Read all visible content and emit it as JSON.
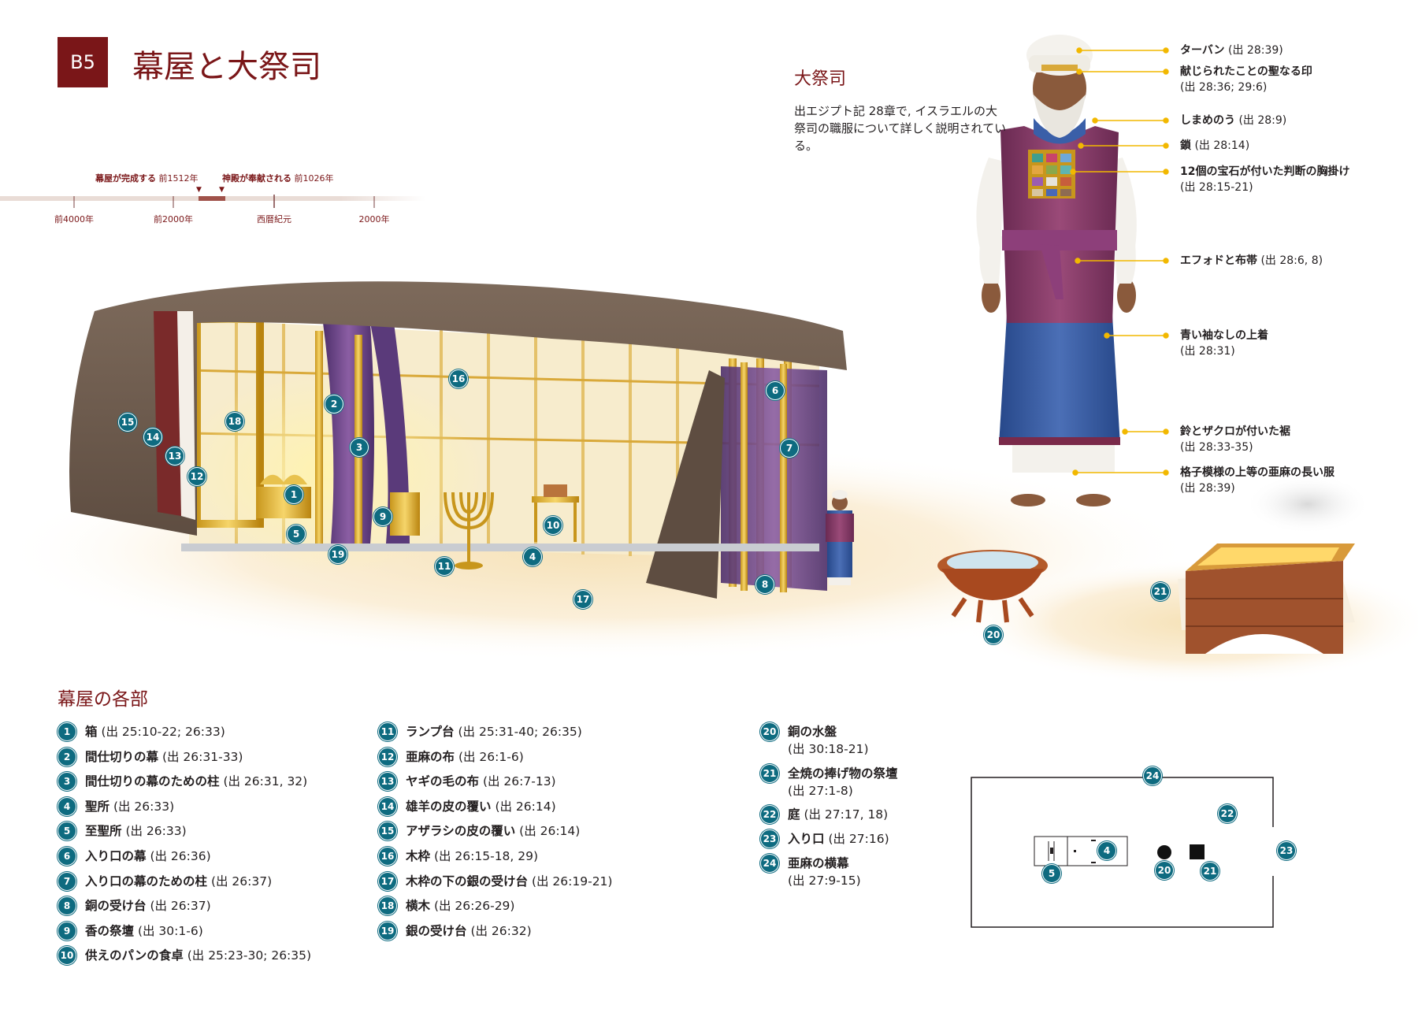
{
  "header": {
    "tag": "B5",
    "title": "幕屋と大祭司"
  },
  "timeline": {
    "event1": {
      "label": "幕屋が完成する",
      "date": "前1512年"
    },
    "event2": {
      "label": "神殿が奉献される",
      "date": "前1026年"
    },
    "ticks": [
      "前4000年",
      "前2000年",
      "西暦紀元",
      "2000年"
    ]
  },
  "priest": {
    "title": "大祭司",
    "description": "出エジプト記 28章で, イスラエルの大祭司の職服について詳しく説明されている。",
    "callouts": [
      {
        "label": "ターバン",
        "ref": "(出 28:39)",
        "ref2": ""
      },
      {
        "label": "献じられたことの聖なる印",
        "ref": "",
        "ref2": "(出 28:36; 29:6)"
      },
      {
        "label": "しまめのう",
        "ref": "(出 28:9)",
        "ref2": ""
      },
      {
        "label": "鎖",
        "ref": "(出 28:14)",
        "ref2": ""
      },
      {
        "label": "12個の宝石が付いた判断の胸掛け",
        "ref": "",
        "ref2": "(出 28:15-21)"
      },
      {
        "label": "エフォドと布帯",
        "ref": "(出 28:6, 8)",
        "ref2": ""
      },
      {
        "label": "青い袖なしの上着",
        "ref": "",
        "ref2": "(出 28:31)"
      },
      {
        "label": "鈴とザクロが付いた裾",
        "ref": "",
        "ref2": "(出 28:33-35)"
      },
      {
        "label": "格子模様の上等の亜麻の長い服",
        "ref": "",
        "ref2": "(出 28:39)"
      }
    ]
  },
  "parts": {
    "heading": "幕屋の各部",
    "items": [
      {
        "num": "1",
        "name": "箱",
        "ref": "(出 25:10-22; 26:33)",
        "ref2": ""
      },
      {
        "num": "2",
        "name": "間仕切りの幕",
        "ref": "(出 26:31-33)",
        "ref2": ""
      },
      {
        "num": "3",
        "name": "間仕切りの幕のための柱",
        "ref": "(出 26:31, 32)",
        "ref2": ""
      },
      {
        "num": "4",
        "name": "聖所",
        "ref": "(出 26:33)",
        "ref2": ""
      },
      {
        "num": "5",
        "name": "至聖所",
        "ref": "(出 26:33)",
        "ref2": ""
      },
      {
        "num": "6",
        "name": "入り口の幕",
        "ref": "(出 26:36)",
        "ref2": ""
      },
      {
        "num": "7",
        "name": "入り口の幕のための柱",
        "ref": "(出 26:37)",
        "ref2": ""
      },
      {
        "num": "8",
        "name": "銅の受け台",
        "ref": "(出 26:37)",
        "ref2": ""
      },
      {
        "num": "9",
        "name": "香の祭壇",
        "ref": "(出 30:1-6)",
        "ref2": ""
      },
      {
        "num": "10",
        "name": "供えのパンの食卓",
        "ref": "(出 25:23-30; 26:35)",
        "ref2": ""
      },
      {
        "num": "11",
        "name": "ランプ台",
        "ref": "(出 25:31-40; 26:35)",
        "ref2": ""
      },
      {
        "num": "12",
        "name": "亜麻の布",
        "ref": "(出 26:1-6)",
        "ref2": ""
      },
      {
        "num": "13",
        "name": "ヤギの毛の布",
        "ref": "(出 26:7-13)",
        "ref2": ""
      },
      {
        "num": "14",
        "name": "雄羊の皮の覆い",
        "ref": "(出 26:14)",
        "ref2": ""
      },
      {
        "num": "15",
        "name": "アザラシの皮の覆い",
        "ref": "(出 26:14)",
        "ref2": ""
      },
      {
        "num": "16",
        "name": "木枠",
        "ref": "(出 26:15-18, 29)",
        "ref2": ""
      },
      {
        "num": "17",
        "name": "木枠の下の銀の受け台",
        "ref": "(出 26:19-21)",
        "ref2": ""
      },
      {
        "num": "18",
        "name": "横木",
        "ref": "(出 26:26-29)",
        "ref2": ""
      },
      {
        "num": "19",
        "name": "銀の受け台",
        "ref": "(出 26:32)",
        "ref2": ""
      },
      {
        "num": "20",
        "name": "銅の水盤",
        "ref": "",
        "ref2": "(出 30:18-21)"
      },
      {
        "num": "21",
        "name": "全焼の捧げ物の祭壇",
        "ref": "",
        "ref2": "(出 27:1-8)"
      },
      {
        "num": "22",
        "name": "庭",
        "ref": "(出 27:17, 18)",
        "ref2": ""
      },
      {
        "num": "23",
        "name": "入り口",
        "ref": "(出 27:16)",
        "ref2": ""
      },
      {
        "num": "24",
        "name": "亜麻の横幕",
        "ref": "",
        "ref2": "(出 27:9-15)"
      }
    ]
  },
  "colors": {
    "accent": "#7a1618",
    "marker": "#0e6b80",
    "callout_line": "#f2b800"
  }
}
